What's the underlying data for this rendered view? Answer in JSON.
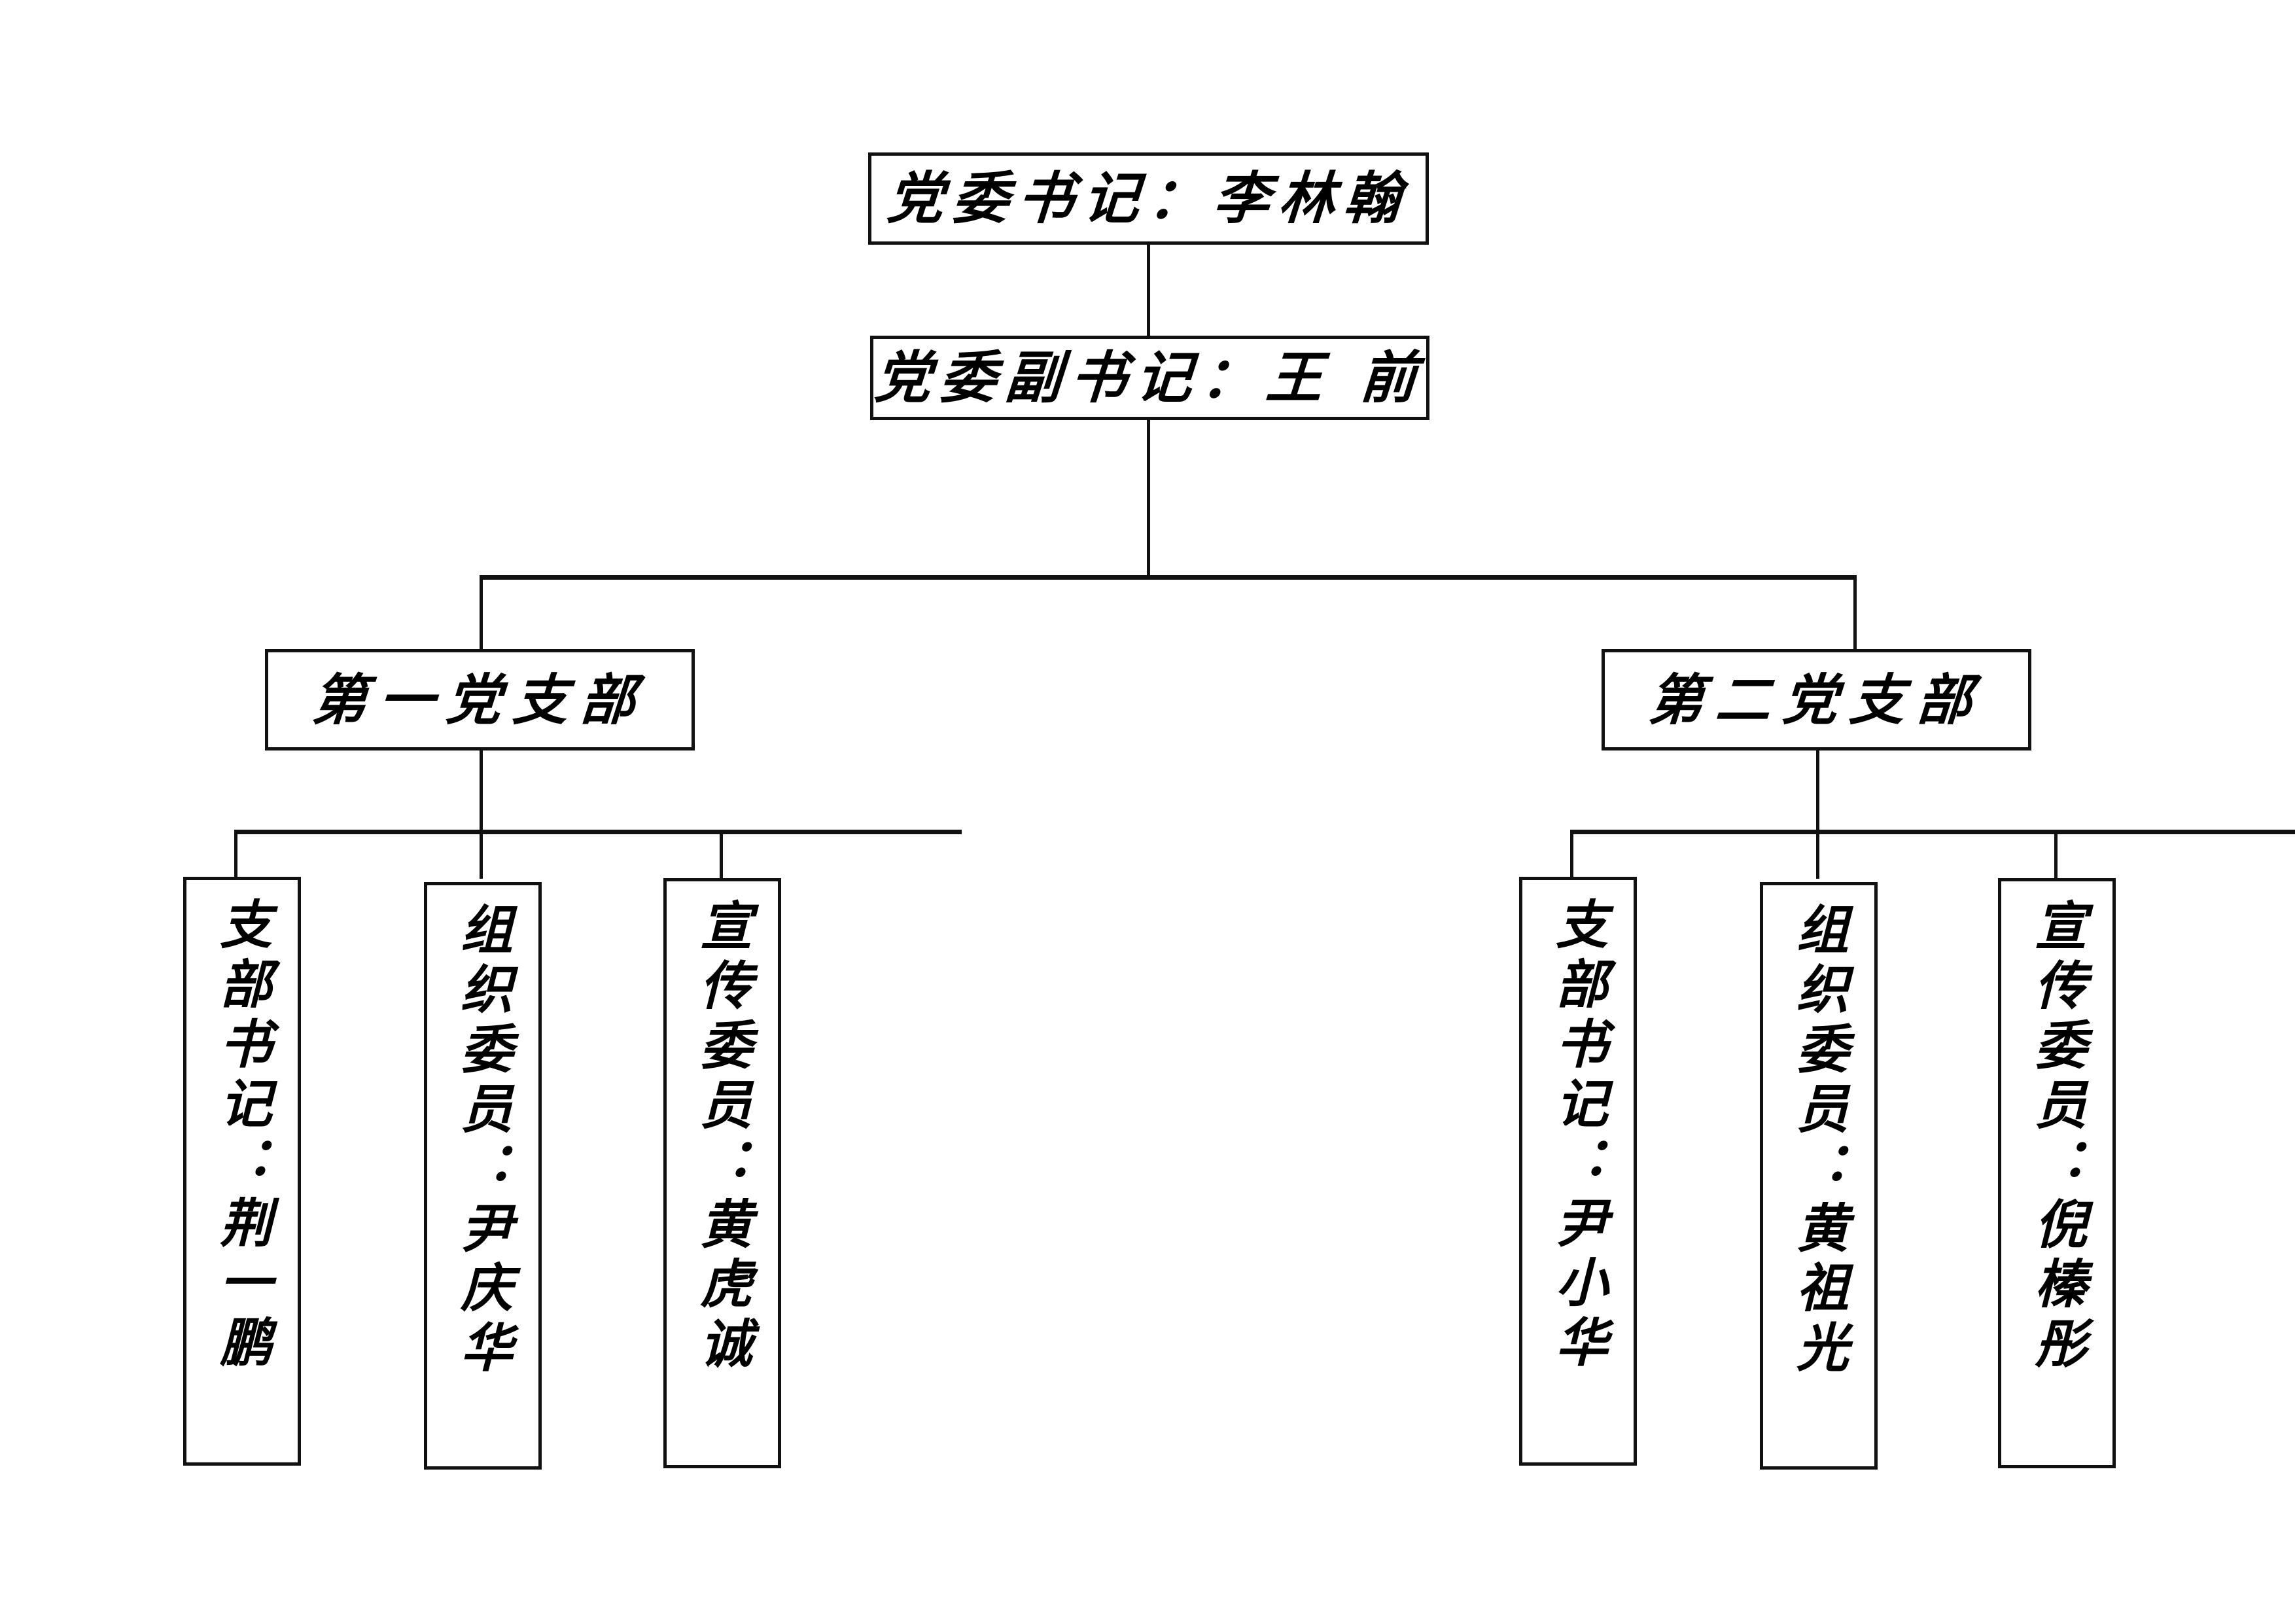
{
  "chart_data": {
    "type": "diagram",
    "subtype": "organization-chart",
    "title": "",
    "orientation": "top-down",
    "nodes": [
      {
        "id": "n1",
        "label": "党委书记：李林翰",
        "level": 0,
        "text_direction": "horizontal"
      },
      {
        "id": "n2",
        "label": "党委副书记：王 前",
        "level": 1,
        "text_direction": "horizontal"
      },
      {
        "id": "n3",
        "label": "第一党支部",
        "level": 2,
        "text_direction": "horizontal"
      },
      {
        "id": "n4",
        "label": "第二党支部",
        "level": 2,
        "text_direction": "horizontal"
      },
      {
        "id": "n5",
        "label": "支部书记：荆一鹏",
        "level": 3,
        "text_direction": "vertical"
      },
      {
        "id": "n6",
        "label": "组织委员：尹庆华",
        "level": 3,
        "text_direction": "vertical"
      },
      {
        "id": "n7",
        "label": "宣传委员：黄虎诚",
        "level": 3,
        "text_direction": "vertical"
      },
      {
        "id": "n8",
        "label": "支部书记：尹小华",
        "level": 3,
        "text_direction": "vertical"
      },
      {
        "id": "n9",
        "label": "组织委员：黄祖光",
        "level": 3,
        "text_direction": "vertical"
      },
      {
        "id": "n10",
        "label": "宣传委员：倪榛彤",
        "level": 3,
        "text_direction": "vertical"
      }
    ],
    "edges": [
      {
        "from": "n1",
        "to": "n2"
      },
      {
        "from": "n2",
        "to": "n3"
      },
      {
        "from": "n2",
        "to": "n4"
      },
      {
        "from": "n3",
        "to": "n5"
      },
      {
        "from": "n3",
        "to": "n6"
      },
      {
        "from": "n3",
        "to": "n7"
      },
      {
        "from": "n4",
        "to": "n8"
      },
      {
        "from": "n4",
        "to": "n9"
      },
      {
        "from": "n4",
        "to": "n10"
      }
    ],
    "colors": {
      "line": "#111111",
      "box_fill": "#ffffff",
      "text": "#000000"
    }
  },
  "chart": {
    "secretary": {
      "label": "党委书记：李林翰"
    },
    "deputy_secretary": {
      "label": "党委副书记：王 前"
    },
    "branch_one": {
      "label": "第一党支部",
      "members": [
        {
          "label": "支部书记：荆一鹏"
        },
        {
          "label": "组织委员：尹庆华"
        },
        {
          "label": "宣传委员：黄虎诚"
        }
      ]
    },
    "branch_two": {
      "label": "第二党支部",
      "members": [
        {
          "label": "支部书记：尹小华"
        },
        {
          "label": "组织委员：黄祖光"
        },
        {
          "label": "宣传委员：倪榛彤"
        }
      ]
    }
  }
}
